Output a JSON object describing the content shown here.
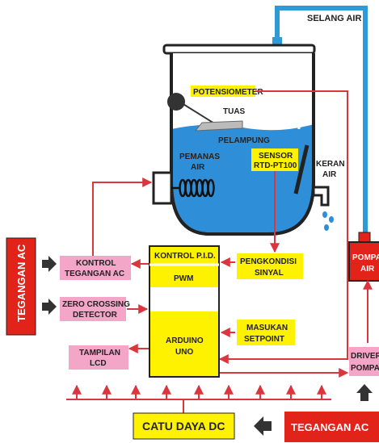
{
  "labels": {
    "selang_air": "SELANG AIR",
    "potensiometer": "POTENSIOMETER",
    "tuas": "TUAS",
    "pelampung": "PELAMPUNG",
    "pemanas_1": "PEMANAS",
    "pemanas_2": "AIR",
    "sensor_1": "SENSOR",
    "sensor_2": "RTD-PT100",
    "keran_1": "KERAN",
    "keran_2": "AIR",
    "pompa_1": "POMPA",
    "pompa_2": "AIR",
    "tegangan_ac_side": "TEGANGAN AC",
    "kontrol_1": "KONTROL",
    "kontrol_2": "TEGANGAN AC",
    "zero_1": "ZERO CROSSING",
    "zero_2": "DETECTOR",
    "tampilan_1": "TAMPILAN",
    "tampilan_2": "LCD",
    "kontrol_pid": "KONTROL P.I.D.",
    "pwm": "PWM",
    "arduino_1": "ARDUINO",
    "arduino_2": "UNO",
    "pengkondisi_1": "PENGKONDISI",
    "pengkondisi_2": "SINYAL",
    "masukan_1": "MASUKAN",
    "masukan_2": "SETPOINT",
    "driver_1": "DRIVER",
    "driver_2": "POMPA",
    "catu_daya": "CATU DAYA DC",
    "tegangan_ac_bottom": "TEGANGAN AC"
  },
  "colors": {
    "water": "#2e8fd8",
    "hose": "#2e9ad8",
    "yellow": "#fff200",
    "pink": "#f4a6c8",
    "red": "#e2231a",
    "arrow": "#d9363e",
    "dark": "#333333"
  }
}
